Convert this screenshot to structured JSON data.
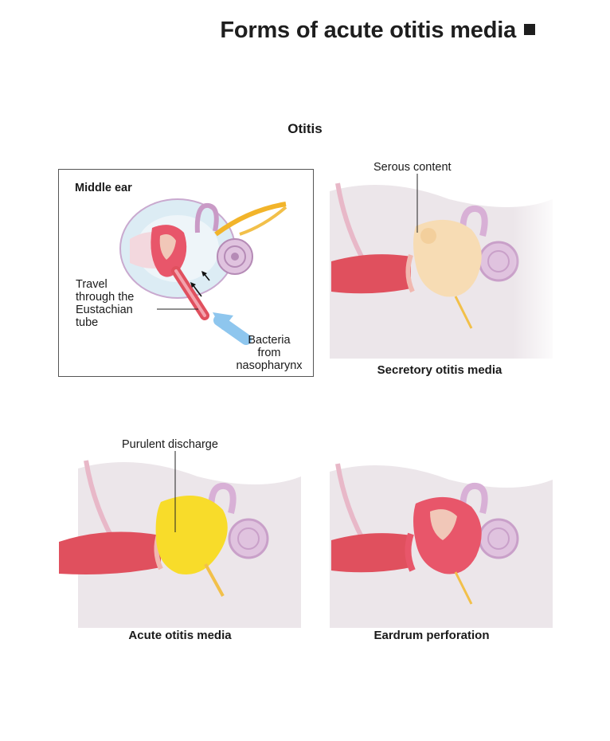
{
  "title": "Forms of acute otitis media",
  "heading": "Otitis",
  "panels": {
    "middle_ear": {
      "title": "Middle ear",
      "travel_label": [
        "Travel",
        "through the",
        "Eustachian",
        "tube"
      ],
      "bacteria_label": [
        "Bacteria",
        "from",
        "nasopharynx"
      ]
    },
    "secretory": {
      "callout": "Serous content",
      "caption": "Secretory otitis media",
      "fluid_color": "#f7dcb4"
    },
    "acute": {
      "callout": "Purulent discharge",
      "caption": "Acute otitis media",
      "fluid_color": "#f8dc2a"
    },
    "perforation": {
      "caption": "Eardrum perforation",
      "fluid_color": "#e8566a"
    }
  },
  "colors": {
    "canal": "#e0505e",
    "bone": "#ece6ea",
    "cochlea": "#d9b8d6",
    "nerve": "#f2b42a",
    "bacteria_arrow": "#8ec6ee"
  }
}
